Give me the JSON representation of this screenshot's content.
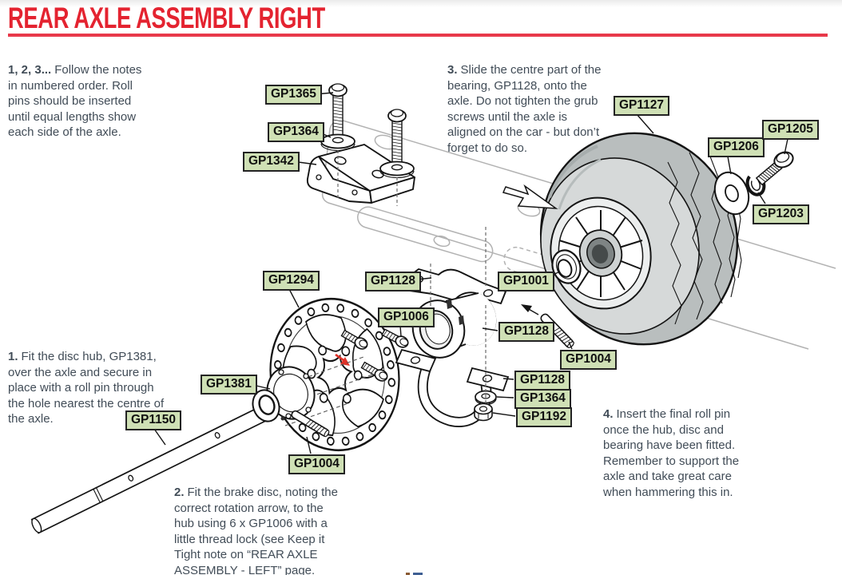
{
  "page": {
    "title": "REAR AXLE ASSEMBLY RIGHT"
  },
  "colors": {
    "accent_red": "#e42330",
    "label_background": "#cfe0b5",
    "label_border": "#232323",
    "note_text": "#414c57"
  },
  "notes": {
    "intro": {
      "lead": "1, 2, 3...",
      "body": "Follow the notes in numbered order. Roll pins should be inserted until equal lengths show each side of the axle."
    },
    "note1": {
      "lead": "1.",
      "body": "Fit the disc hub, GP1381, over the axle and secure in place with a roll pin through the hole nearest the centre of the axle."
    },
    "note2": {
      "lead": "2.",
      "body": "Fit the brake disc, noting the correct rotation arrow, to the hub using 6 x GP1006 with a little thread lock (see Keep it Tight note on “REAR AXLE ASSEMBLY - LEFT” page."
    },
    "note3": {
      "lead": "3.",
      "body": "Slide the centre part of the bearing, GP1128, onto the axle. Do not tighten the grub screws until the axle is aligned on the car - but don’t forget to do so."
    },
    "note4": {
      "lead": "4.",
      "body": "Insert the final roll pin once the hub, disc and bearing have been fitted. Remember to support the axle and take great care when hammering this in."
    }
  },
  "parts": {
    "gp1365_bolt": "GP1365",
    "gp1364_washer_top": "GP1364",
    "gp1342_bracket": "GP1342",
    "gp1127_wheel": "GP1127",
    "gp1206_washer": "GP1206",
    "gp1205_bolt": "GP1205",
    "gp1203_clip": "GP1203",
    "gp1294_brake_disc": "GP1294",
    "gp1128_top_bracket": "GP1128",
    "gp1006_bolt": "GP1006",
    "gp1001_bearing": "GP1001",
    "gp1128_bearing_centre": "GP1128",
    "gp1004_roll_pin_right": "GP1004",
    "gp1128_bottom_bracket": "GP1128",
    "gp1364_washer_bottom": "GP1364",
    "gp1192_nut": "GP1192",
    "gp1381_disc_hub": "GP1381",
    "gp1150_axle": "GP1150",
    "gp1004_roll_pin_disc": "GP1004"
  }
}
